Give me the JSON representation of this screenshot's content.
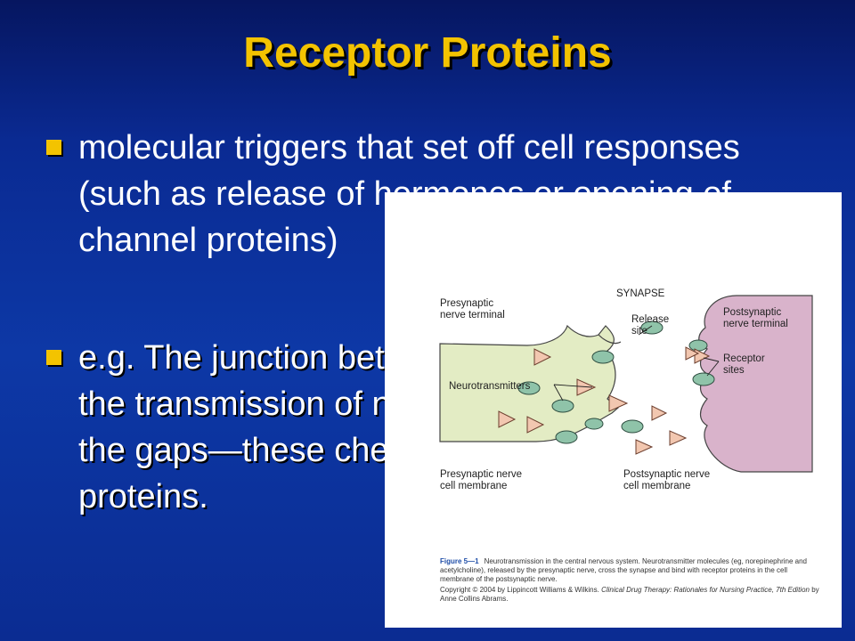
{
  "slide": {
    "title": "Receptor Proteins",
    "bullets": [
      {
        "text": "molecular triggers that set off cell responses (such as release of hormones or opening of channel proteins)"
      },
      {
        "text": "e.g.  The junction between nerve cells requires the transmission of neurotransmitters between the gaps—these chemicals bind to receptor proteins."
      }
    ],
    "bullet_color": "#f3c300",
    "title_color": "#f3c300"
  },
  "figure": {
    "labels": {
      "synapse": "SYNAPSE",
      "presynaptic_terminal_1": "Presynaptic",
      "presynaptic_terminal_2": "nerve terminal",
      "release_site_1": "Release",
      "release_site_2": "site",
      "postsynaptic_terminal_1": "Postsynaptic",
      "postsynaptic_terminal_2": "nerve terminal",
      "receptor_sites_1": "Receptor",
      "receptor_sites_2": "sites",
      "neurotransmitters": "Neurotransmitters",
      "presynaptic_membrane_1": "Presynaptic nerve",
      "presynaptic_membrane_2": "cell membrane",
      "postsynaptic_membrane_1": "Postsynaptic nerve",
      "postsynaptic_membrane_2": "cell membrane"
    },
    "caption": {
      "fig_number": "Figure 5—1",
      "text": "Neurotransmission in the central nervous system. Neurotransmitter molecules (eg, norepinephrine and acetylcholine), released by the presynaptic nerve, cross the synapse and bind with receptor proteins in the cell membrane of the postsynaptic nerve."
    },
    "copyright": {
      "prefix": "Copyright © 2004 by Lippincott Williams & Wilkins.",
      "book": "Clinical Drug Therapy: Rationales for Nursing Practice, 7th Edition",
      "suffix": "by Anne Collins Abrams."
    },
    "colors": {
      "presynaptic_fill": "#e3ecc4",
      "postsynaptic_fill": "#d9b3cb",
      "vesicle_fill": "#8fc3a9",
      "neurotransmitter_fill": "#f2c7b0"
    }
  }
}
